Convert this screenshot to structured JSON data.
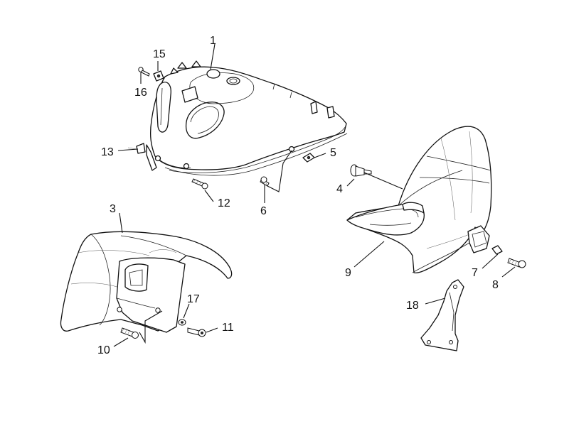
{
  "callouts": [
    {
      "id": "1"
    },
    {
      "id": "3"
    },
    {
      "id": "4"
    },
    {
      "id": "5"
    },
    {
      "id": "6"
    },
    {
      "id": "7"
    },
    {
      "id": "8"
    },
    {
      "id": "9"
    },
    {
      "id": "10"
    },
    {
      "id": "11"
    },
    {
      "id": "12"
    },
    {
      "id": "13"
    },
    {
      "id": "15"
    },
    {
      "id": "16"
    },
    {
      "id": "17"
    },
    {
      "id": "18"
    }
  ]
}
